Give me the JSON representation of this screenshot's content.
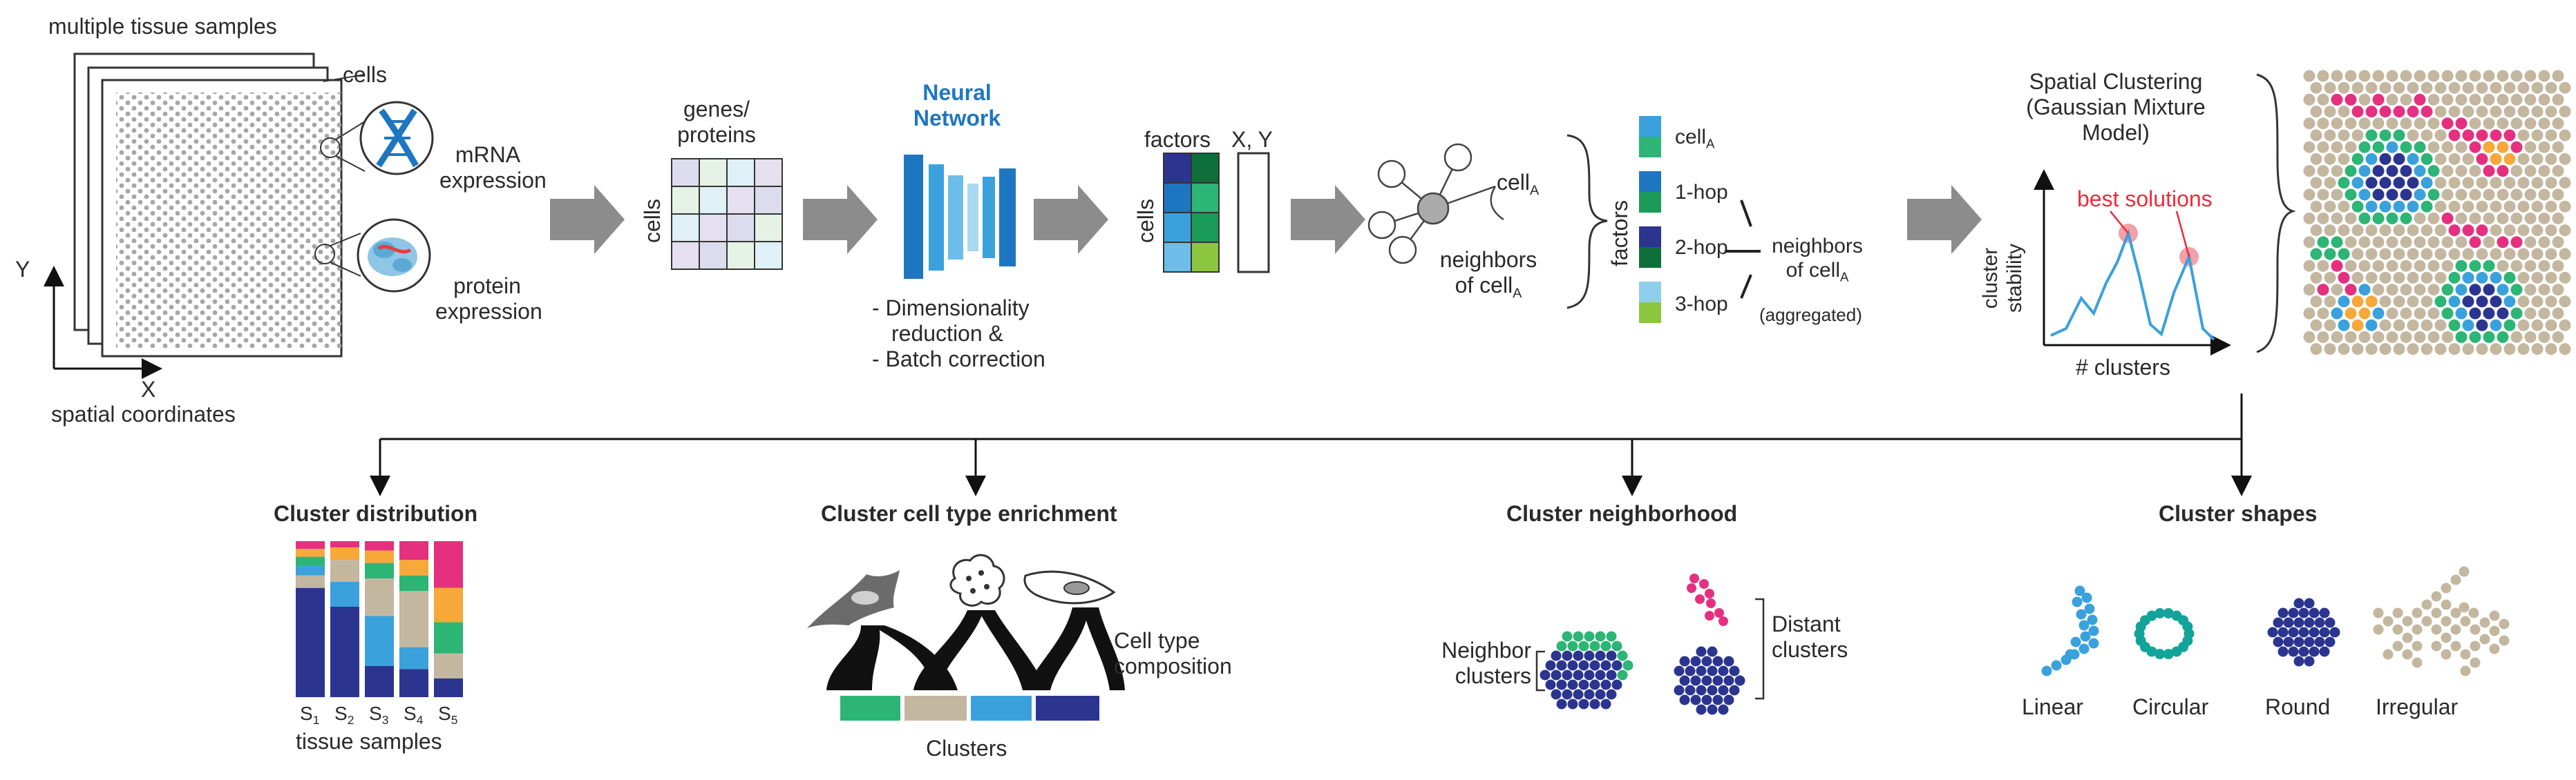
{
  "colors": {
    "navy": "#2b3590",
    "blue": "#3aa1dc",
    "green": "#2cb574",
    "orange": "#f7a839",
    "pink": "#e5307f",
    "tan": "#c4b7a0",
    "lightgreen": "#8cc63f",
    "darkgreen": "#0e6e3a",
    "teal": "#12a39a",
    "gray": "#9b9b9b",
    "red": "#ee2a3a",
    "label_blue": "#1f76c0"
  },
  "top": {
    "samples_title": "multiple tissue samples",
    "cells_label": "cells",
    "mrna_label": [
      "mRNA",
      "expression"
    ],
    "protein_label": [
      "protein",
      "expression"
    ],
    "axis_y": "Y",
    "axis_x": "X",
    "spatial_label": "spatial coordinates",
    "matrix_cols_label": [
      "genes/",
      "proteins"
    ],
    "matrix_rows_label": "cells",
    "nn_title": [
      "Neural",
      "Network"
    ],
    "nn_notes": [
      "- Dimensionality",
      "reduction &",
      "- Batch correction"
    ],
    "factors_label": "factors",
    "xy_label": "X, Y",
    "factors_rows_label": "cells",
    "cell_a": "cell",
    "cell_a_sub": "A",
    "neighbors_label": [
      "neighbors",
      "of cell"
    ],
    "neighbors_sub": "A",
    "agg_factors_label": "factors",
    "agg_rows": [
      "cell",
      "1-hop",
      "2-hop",
      "3-hop"
    ],
    "agg_cell_sub": "A",
    "agg_neighbors": [
      "neighbors",
      "of cell"
    ],
    "agg_neighbors_sub": "A",
    "aggregated": "(aggregated)",
    "clustering_title": [
      "Spatial Clustering",
      "(Gaussian Mixture",
      "Model)"
    ],
    "best_solutions": "best solutions",
    "stability_label": [
      "cluster",
      "stability"
    ],
    "n_clusters_label": "# clusters"
  },
  "bottom": {
    "distribution": {
      "title": "Cluster distribution",
      "samples": [
        "S",
        "S",
        "S",
        "S",
        "S"
      ],
      "sample_subs": [
        "1",
        "2",
        "3",
        "4",
        "5"
      ],
      "xlabel": "tissue samples"
    },
    "enrichment": {
      "title": "Cluster cell type enrichment",
      "composition": [
        "Cell type",
        "composition"
      ],
      "clusters_label": "Clusters"
    },
    "neighborhood": {
      "title": "Cluster neighborhood",
      "neighbor_label": [
        "Neighbor",
        "clusters"
      ],
      "distant_label": [
        "Distant",
        "clusters"
      ]
    },
    "shapes": {
      "title": "Cluster shapes",
      "items": [
        "Linear",
        "Circular",
        "Round",
        "Irregular"
      ]
    }
  }
}
